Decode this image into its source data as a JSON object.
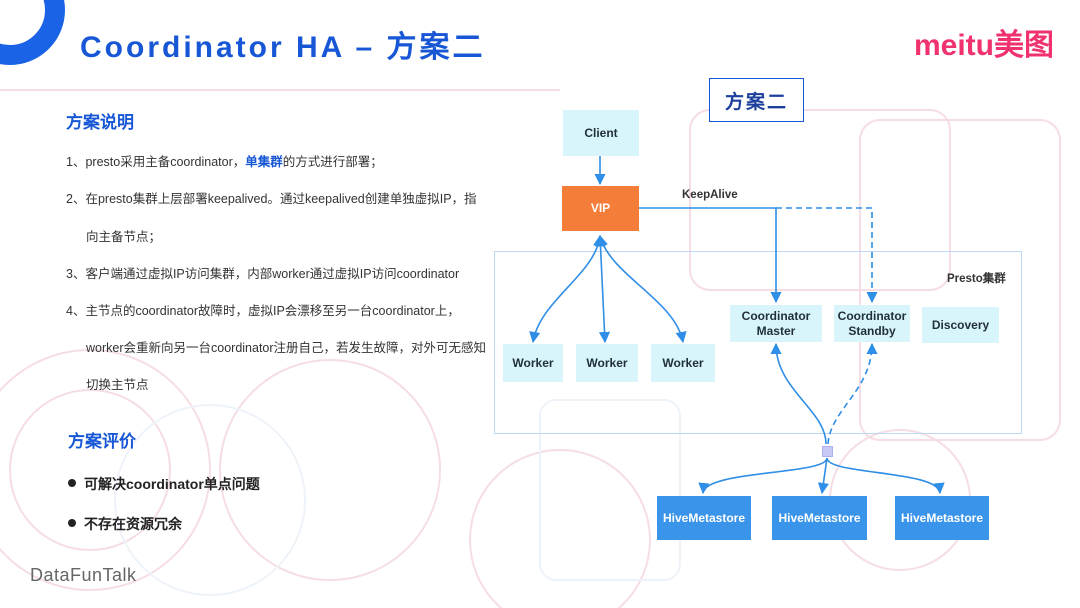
{
  "header": {
    "title": "Coordinator HA – 方案二",
    "logo": "meitu美图"
  },
  "left": {
    "section1_title": "方案说明",
    "items": [
      {
        "prefix": "1、presto采用主备coordinator，",
        "highlight": "单集群",
        "suffix": "的方式进行部署；"
      },
      {
        "text": "2、在presto集群上层部署keepalived。通过keepalived创建单独虚拟IP，指"
      },
      {
        "text": "向主备节点；"
      },
      {
        "text": "3、客户端通过虚拟IP访问集群，内部worker通过虚拟IP访问coordinator"
      },
      {
        "text": "4、主节点的coordinator故障时，虚拟IP会漂移至另一台coordinator上，"
      },
      {
        "text": "worker会重新向另一台coordinator注册自己，若发生故障，对外可无感知"
      },
      {
        "text": "切换主节点"
      }
    ],
    "section2_title": "方案评价",
    "bullets": [
      "可解决coordinator单点问题",
      "不存在资源冗余"
    ]
  },
  "footer": "DataFunTalk",
  "diagram": {
    "scheme_label": "方案二",
    "cluster_label": "Presto集群",
    "keepalive_label": "KeepAlive",
    "nodes": {
      "client": "Client",
      "vip": "VIP",
      "worker1": "Worker",
      "worker2": "Worker",
      "worker3": "Worker",
      "coord_master": "Coordinator\nMaster",
      "coord_standby": "Coordinator\nStandby",
      "discovery": "Discovery",
      "hive1": "HiveMetastore",
      "hive2": "HiveMetastore",
      "hive3": "HiveMetastore"
    },
    "colors": {
      "accent": "#1757d6",
      "node_light": "#d8f5fb",
      "vip": "#f47d3a",
      "hive": "#3a95ea",
      "arrow": "#2f8ee6",
      "logo": "#f0326f"
    }
  }
}
